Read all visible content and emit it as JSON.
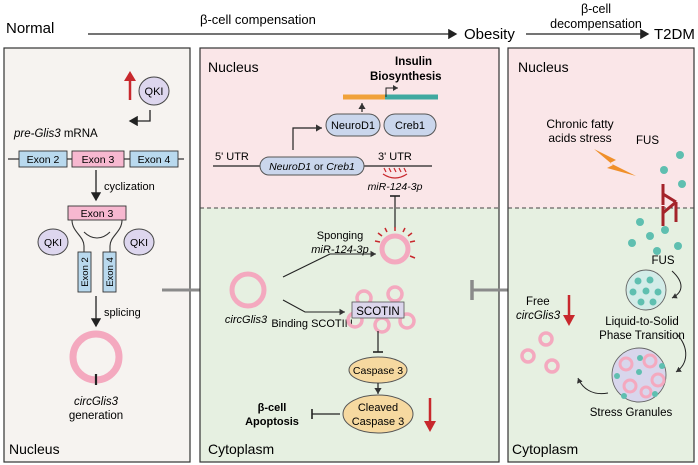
{
  "header": {
    "normal": "Normal",
    "compensation": "β-cell compensation",
    "obesity": "Obesity",
    "decompensation_line1": "β-cell",
    "decompensation_line2": "decompensation",
    "t2dm": "T2DM"
  },
  "left_panel": {
    "qki": "QKI",
    "pre_mrna_italic": "pre-Glis3",
    "pre_mrna_suffix": " mRNA",
    "exons": [
      "Exon 2",
      "Exon 3",
      "Exon 4"
    ],
    "cyclization": "cyclization",
    "exon3": "Exon 3",
    "qki_left": "QKI",
    "qki_right": "QKI",
    "vertical_exon2": "Exon 2",
    "vertical_exon4": "Exon 4",
    "splicing": "splicing",
    "circ_label": "circGlis3",
    "generation": "generation",
    "nucleus": "Nucleus"
  },
  "middle_panel": {
    "nucleus": "Nucleus",
    "insulin_line1": "Insulin",
    "insulin_line2": "Biosynthesis",
    "neurod1": "NeuroD1",
    "creb1": "Creb1",
    "utr5": "5' UTR",
    "utr3": "3' UTR",
    "gene_neuro": "NeuroD1",
    "gene_or": " or ",
    "gene_creb": "Creb1",
    "mir": "miR-124-3p",
    "sponging": "Sponging",
    "sponging_mir": "miR-124-3p",
    "circ": "circGlis3",
    "binding": "Binding SCOTIN",
    "scotin": "SCOTIN",
    "caspase3": "Caspase 3",
    "cleaved1": "Cleaved",
    "cleaved2": "Caspase 3",
    "apoptosis1": "β-cell",
    "apoptosis2": "Apoptosis",
    "cytoplasm": "Cytoplasm"
  },
  "right_panel": {
    "nucleus": "Nucleus",
    "stress1": "Chronic fatty",
    "stress2": "acids stress",
    "fus_top": "FUS",
    "fus_mid": "FUS",
    "free": "Free",
    "free_circ": "circGlis3",
    "lls1": "Liquid-to-Solid",
    "lls2": "Phase Transition",
    "granules": "Stress Granules",
    "cytoplasm": "Cytoplasm"
  },
  "colors": {
    "nucleus_bg": "#fae6e8",
    "cytoplasm_bg": "#e6f0e1",
    "left_bg": "#f6f3f0",
    "exon_blue": "#b9d9ee",
    "exon_pink": "#f7b8d0",
    "qki_fill": "#ddd6ee",
    "circ_pink": "#f4a9bf",
    "caspase_fill": "#f6d9a0",
    "red_arrow": "#c8282d",
    "fus_teal": "#5fbfb0",
    "bolt_orange": "#f0902a"
  }
}
